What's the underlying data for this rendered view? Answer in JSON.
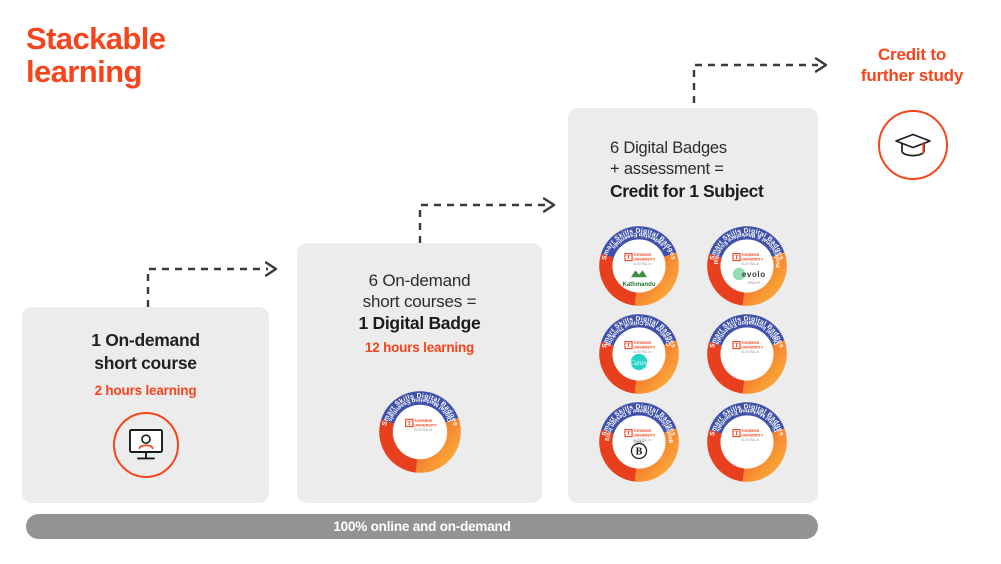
{
  "title": {
    "line1": "Stackable",
    "line2": "learning"
  },
  "colors": {
    "accent_orange": "#F6441C",
    "panel_grey": "#ECECEC",
    "bar_grey": "#939393",
    "text_dark": "#2C2C2C",
    "badge_blue": "#3F51A8",
    "badge_red": "#E8401F",
    "badge_yellow": "#F9A51A"
  },
  "panels": [
    {
      "id": "panel-1",
      "heading_line1": "1 On-demand",
      "heading_line2": "short course",
      "subtext": "2 hours learning",
      "icon": "monitor-person-icon"
    },
    {
      "id": "panel-2",
      "line1": "6 On-demand",
      "line2": "short courses =",
      "line3": "1 Digital Badge",
      "subtext": "12 hours learning",
      "badge": {
        "top_arc": "Smart Skills Digital Badges",
        "bottom_arc": "Digital Marketing Essentials",
        "center_logo": "Torrens University Australia",
        "partner_logo": ""
      }
    },
    {
      "id": "panel-3",
      "line1": "6 Digital Badges",
      "line2": "+ assessment =",
      "line3": "Credit for 1 Subject",
      "badges": [
        {
          "top_arc": "Smart Skills Digital Badges",
          "bottom_arc": "Leadership Essentials",
          "center_logo": "Torrens University Australia",
          "partner_logo": "Kathmandu"
        },
        {
          "top_arc": "Smart Skills Digital Badges",
          "bottom_arc": "Professional & Workplace Essentials",
          "center_logo": "Torrens University Australia",
          "partner_logo": "evolo"
        },
        {
          "top_arc": "Smart Skills Digital Badges",
          "bottom_arc": "Creative and Critical Thinking",
          "center_logo": "Torrens University Australia",
          "partner_logo": "Canva"
        },
        {
          "top_arc": "Smart Skills Digital Badges",
          "bottom_arc": "Digital Innovation Essentials",
          "center_logo": "Torrens University Australia",
          "partner_logo": ""
        },
        {
          "top_arc": "Smart Skills Digital Badges",
          "bottom_arc": "Organisational Change & Design Insights",
          "center_logo": "Torrens University Australia",
          "partner_logo": "B Corp"
        },
        {
          "top_arc": "Smart Skills Digital Badges",
          "bottom_arc": "Digital Marketing Essentials",
          "center_logo": "Torrens University Australia",
          "partner_logo": ""
        }
      ]
    }
  ],
  "credit": {
    "label_line1": "Credit to",
    "label_line2": "further study",
    "icon": "graduation-cap-icon"
  },
  "footer": {
    "text": "100% online and on-demand"
  },
  "arrows": [
    {
      "id": "arrow-1",
      "from": "panel-1",
      "to": "panel-2"
    },
    {
      "id": "arrow-2",
      "from": "panel-2",
      "to": "panel-3"
    },
    {
      "id": "arrow-3",
      "from": "panel-3",
      "to": "credit"
    }
  ]
}
